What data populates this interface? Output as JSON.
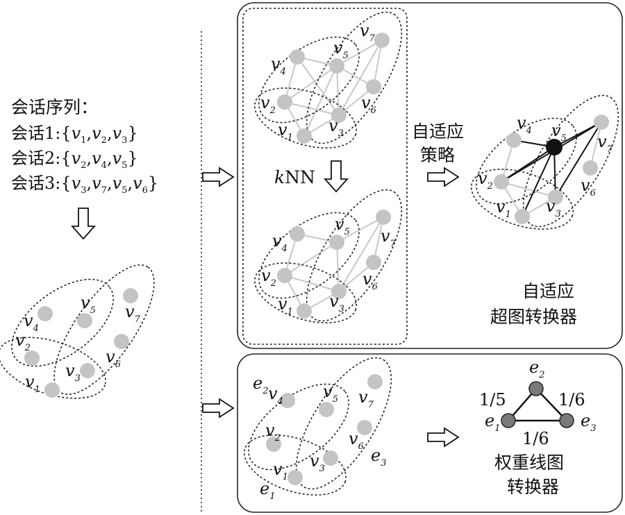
{
  "seq": {
    "title": "会话序列：",
    "s1": {
      "prefix": "会话1:{",
      "suffix": "}"
    },
    "s2": {
      "prefix": "会话2:{",
      "suffix": "}"
    },
    "s3": {
      "prefix": "会话3:{",
      "suffix": "}"
    }
  },
  "labels": {
    "v": "v",
    "e": "e",
    "n1": "1",
    "n2": "2",
    "n3": "3",
    "n4": "4",
    "n5": "5",
    "n6": "6",
    "n7": "7",
    "comma": ","
  },
  "knn": {
    "k": "k",
    "rest": "NN"
  },
  "adaptive_strategy": {
    "line1": "自适应",
    "line2": "策略"
  },
  "adaptive_transformer": {
    "line1": "自适应",
    "line2": "超图转换器"
  },
  "weighted": {
    "line1": "权重线图",
    "line2": "转换器",
    "w12": "1/5",
    "w23": "1/6",
    "w13": "1/6"
  },
  "colors": {
    "node": "#c4c4c4",
    "highlight": "#111111",
    "linegraph_node": "#7a7a7a"
  }
}
